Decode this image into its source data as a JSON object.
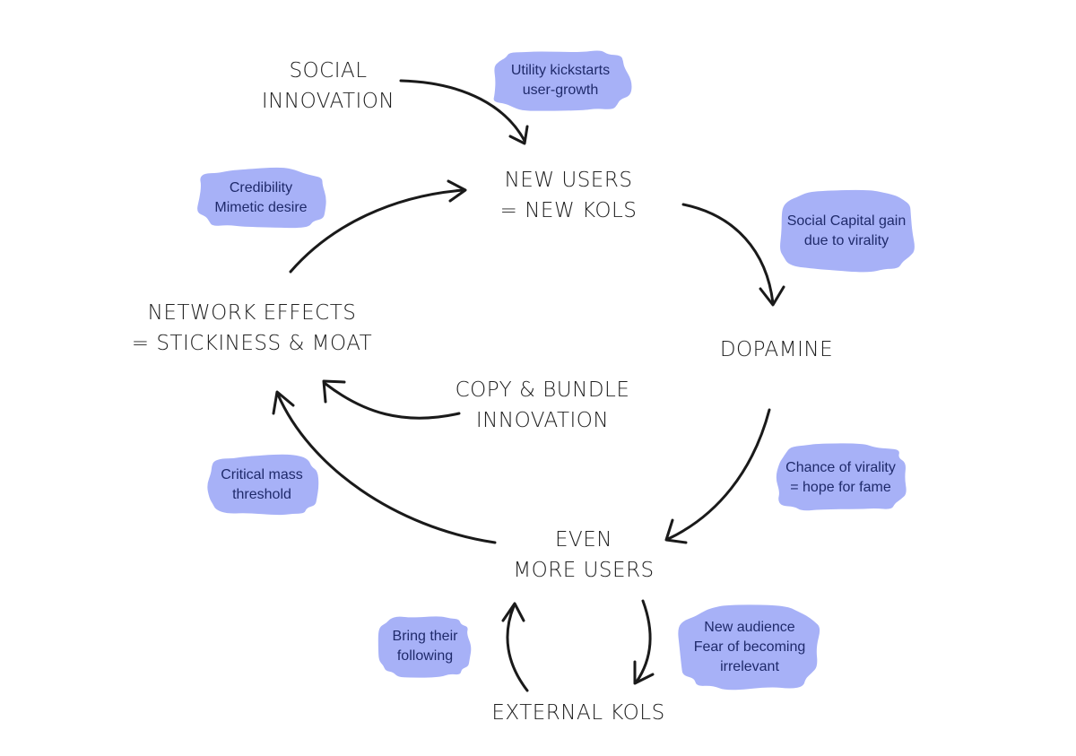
{
  "diagram": {
    "note_color": "#a7b1f7",
    "arrow_color": "#1a1a1a",
    "nodes": {
      "social_innovation": [
        "SOCIAL",
        "INNOVATION"
      ],
      "new_users": [
        "NEW USERS",
        "= NEW KOLS"
      ],
      "dopamine": [
        "DOPAMINE"
      ],
      "even_more_users": [
        "EVEN",
        "MORE USERS"
      ],
      "external_kols": [
        "EXTERNAL KOLS"
      ],
      "network_effects": [
        "NETWORK EFFECTS",
        "= STICKINESS & MOAT"
      ],
      "copy_bundle": [
        "COPY & BUNDLE",
        "INNOVATION"
      ]
    },
    "notes": {
      "utility": [
        "Utility kickstarts",
        "user-growth"
      ],
      "social_capital": [
        "Social Capital gain",
        "due to virality"
      ],
      "credibility": [
        "Credibility",
        "Mimetic desire"
      ],
      "virality": [
        "Chance of virality",
        "= hope for fame"
      ],
      "critical_mass": [
        "Critical mass",
        "threshold"
      ],
      "new_audience": [
        "New audience",
        "Fear of becoming",
        "irrelevant"
      ],
      "bring_following": [
        "Bring their",
        "following"
      ]
    }
  }
}
